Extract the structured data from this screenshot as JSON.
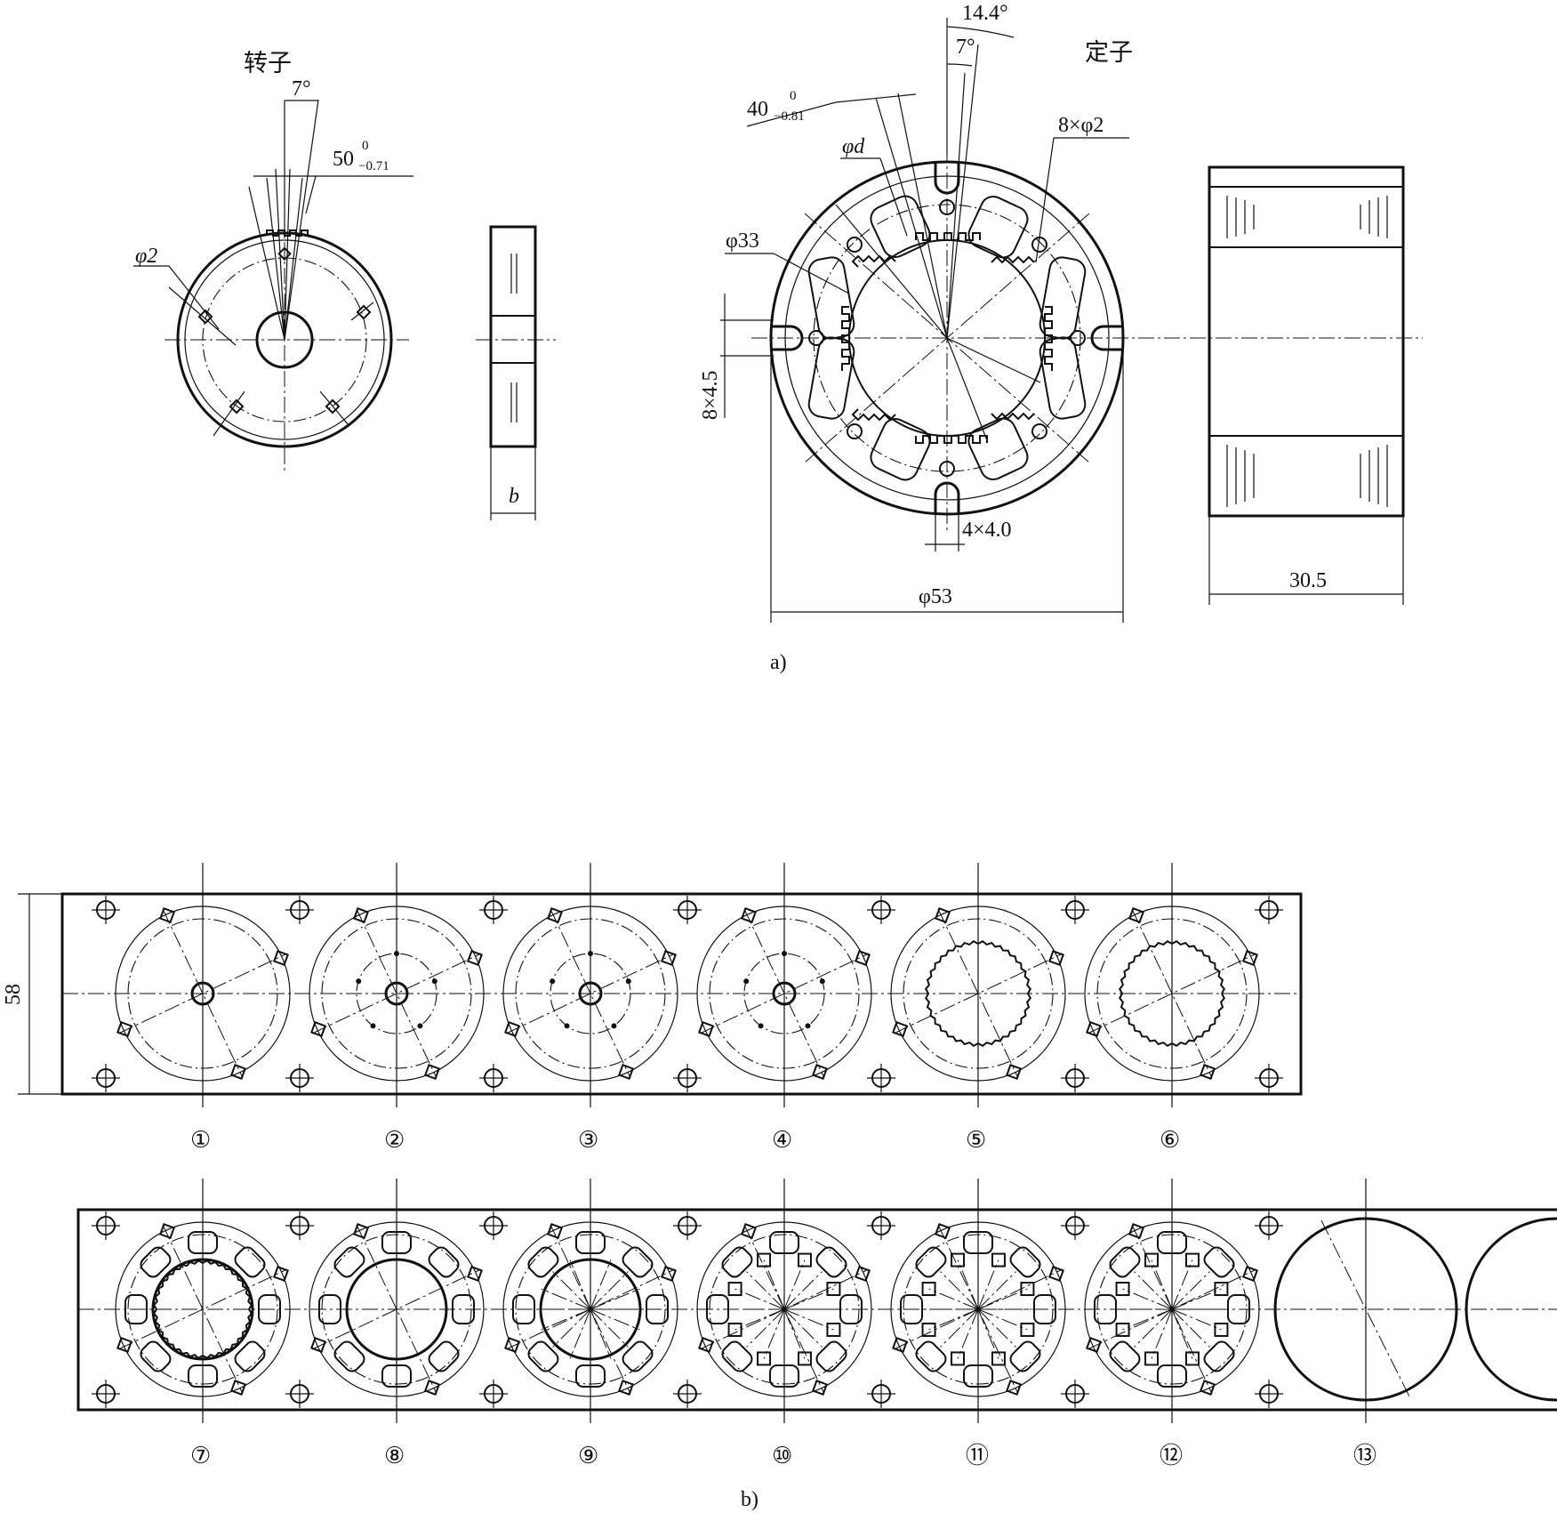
{
  "part_a": {
    "rotor_label": "转子",
    "stator_label": "定子",
    "caption": "a)",
    "rotor": {
      "angle": "7°",
      "tooth_dim_nominal": "50",
      "tooth_dim_upper": "0",
      "tooth_dim_lower": "−0.71",
      "hole": "φ2",
      "thickness": "b"
    },
    "stator": {
      "angle_outer": "14.4°",
      "angle_inner": "7°",
      "tooth_dim_nominal": "40",
      "tooth_dim_upper": "0",
      "tooth_dim_lower": "−0.81",
      "hole_pattern": "8×φ2",
      "bore": "φd",
      "diameter_inner": "φ33",
      "notch_slots": "8×4.5",
      "notch_bottom": "4×4.0",
      "diameter_outer": "φ53",
      "length": "30.5"
    }
  },
  "part_b": {
    "caption": "b)",
    "strip_width": "58",
    "stations": [
      "①",
      "②",
      "③",
      "④",
      "⑤",
      "⑥",
      "⑦",
      "⑧",
      "⑨",
      "⑩",
      "⑪",
      "⑫",
      "⑬"
    ]
  }
}
